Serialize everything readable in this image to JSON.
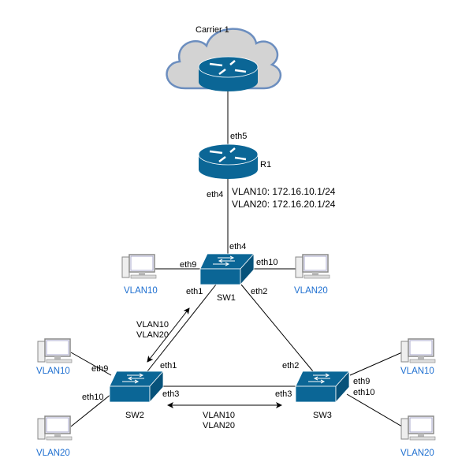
{
  "colors": {
    "device": "#0b6696",
    "device_dark": "#07527a",
    "cloud_fill": "#d3d3d3",
    "cloud_stroke": "#6c8ebf",
    "vlan_label": "#1e6fd0"
  },
  "carrier": {
    "label": "Carrier 1",
    "port": "eth5"
  },
  "r1": {
    "label": "R1",
    "port_down": "eth4",
    "vlan10_ip": "VLAN10: 172.16.10.1/24",
    "vlan20_ip": "VLAN20: 172.16.20.1/24"
  },
  "sw1": {
    "label": "SW1",
    "port_up": "eth4",
    "port_left": "eth9",
    "port_right": "eth10",
    "port_sw2": "eth1",
    "port_sw3": "eth2",
    "pc_left_vlan": "VLAN10",
    "pc_right_vlan": "VLAN20"
  },
  "sw2": {
    "label": "SW2",
    "port_sw1": "eth1",
    "port_sw3": "eth3",
    "port_pc1": "eth9",
    "port_pc2": "eth10",
    "pc1_vlan": "VLAN10",
    "pc2_vlan": "VLAN20"
  },
  "sw3": {
    "label": "SW3",
    "port_sw1": "eth2",
    "port_sw2": "eth3",
    "port_pc1": "eth9",
    "port_pc2": "eth10",
    "pc1_vlan": "VLAN10",
    "pc2_vlan": "VLAN20"
  },
  "trunks": {
    "sw1_sw2": [
      "VLAN10",
      "VLAN20"
    ],
    "sw2_sw3": [
      "VLAN10",
      "VLAN20"
    ]
  }
}
